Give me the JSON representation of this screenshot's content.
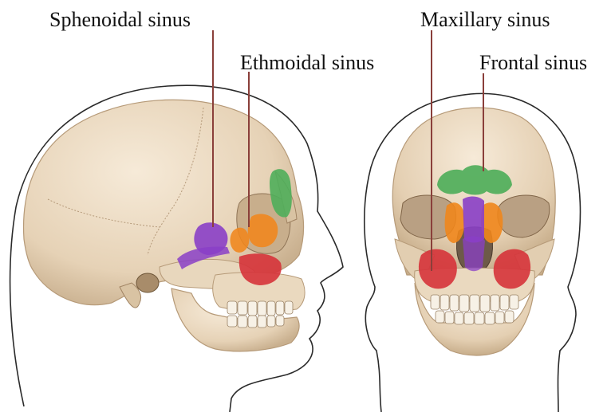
{
  "labels": {
    "sphenoidal": "Sphenoidal sinus",
    "ethmoidal": "Ethmoidal sinus",
    "maxillary": "Maxillary sinus",
    "frontal": "Frontal sinus"
  },
  "colors": {
    "bone": "#eddcc4",
    "bone_shadow": "#cbb497",
    "outline": "#2a2a2a",
    "sphenoidal": "#8a3fc7",
    "ethmoidal": "#f0861c",
    "maxillary": "#d6333a",
    "frontal": "#4fae5a",
    "leader": "#8a3f3a"
  }
}
